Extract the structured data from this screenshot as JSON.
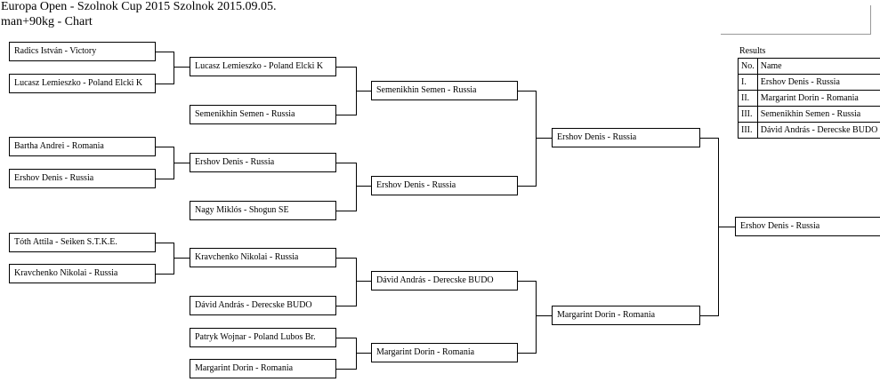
{
  "header": {
    "line1": "Europa Open - Szolnok Cup 2015 Szolnok 2015.09.05.",
    "line2": "man+90kg - Chart"
  },
  "round1": [
    "Radics István - Victory",
    "Lucasz Lemieszko - Poland Elcki K",
    "Bartha Andrei - Romania",
    "Ershov Denis - Russia",
    "Tóth Attila - Seiken S.T.K.E.",
    "Kravchenko Nikolai - Russia"
  ],
  "round2": [
    "Lucasz Lemieszko - Poland Elcki K",
    "Semenikhin Semen - Russia",
    "Ershov Denis - Russia",
    "Nagy Miklós - Shogun SE",
    "Kravchenko Nikolai - Russia",
    "Dávid András - Derecske BUDO",
    "Patryk Wojnar - Poland Lubos Br.",
    "Margarint Dorin - Romania"
  ],
  "round3": [
    "Semenikhin Semen - Russia",
    "Ershov Denis - Russia",
    "Dávid András - Derecske BUDO",
    "Margarint Dorin - Romania"
  ],
  "semifinal": [
    "Ershov Denis - Russia",
    "Margarint Dorin - Romania"
  ],
  "final": "Ershov Denis - Russia",
  "results": {
    "caption": "Results",
    "col_no": "No.",
    "col_name": "Name",
    "rows": [
      {
        "no": "I.",
        "name": "Ershov Denis - Russia"
      },
      {
        "no": "II.",
        "name": "Margarint Dorin - Romania"
      },
      {
        "no": "III.",
        "name": "Semenikhin Semen - Russia"
      },
      {
        "no": "III.",
        "name": "Dávid András - Derecske BUDO"
      }
    ]
  }
}
